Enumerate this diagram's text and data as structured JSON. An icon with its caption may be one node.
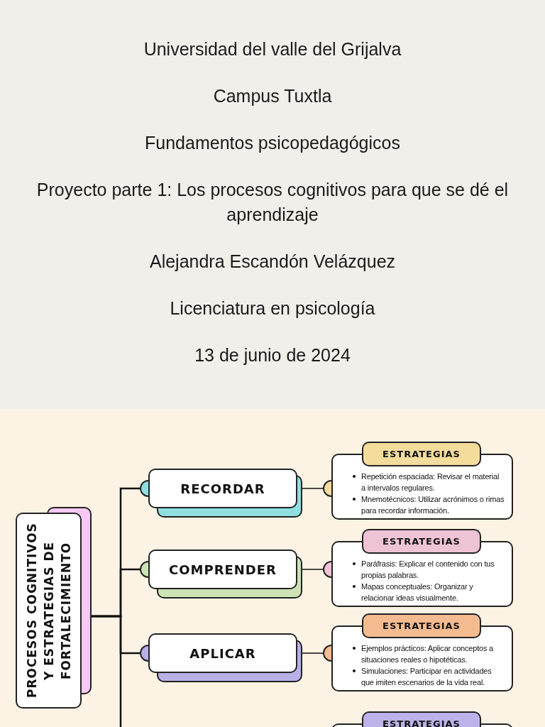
{
  "diagram": {
    "nodes": [
      {
        "text": [
          "PROCESOS COGNITIVOS Y ESTRATEGIAS DE FORTALECIMIENTO"
        ]
      },
      {
        "text": [
          "RECORDAR"
        ]
      },
      {
        "text": [
          "COMPRENDER"
        ]
      },
      {
        "text": [
          "APLICAR"
        ]
      },
      {
        "text": [
          "ESTRATEGIAS",
          "Repetición espaciada: Revisar el material a intervalos regulares.",
          "Mnemotécnicos: Utilizar acrónimos o rimas para recordar información."
        ]
      },
      {
        "text": [
          "ESTRATEGIAS",
          "Paráfrasis: Explicar el contenido con tus propias palabras.",
          "Mapas conceptuales: Organizar y relacionar ideas visualmente."
        ]
      },
      {
        "text": [
          "ESTRATEGIAS",
          "Ejemplos prácticos: Aplicar conceptos a situaciones reales o hipotéticas.",
          "Simulaciones: Participar en actividades que imiten escenarios de la vida real."
        ]
      },
      {
        "text": [
          "ESTRATEGIAS"
        ]
      }
    ],
    "edges": [
      {
        "from": 0,
        "to": 1,
        "arrow": "other"
      },
      {
        "from": 0,
        "to": 2,
        "arrow": "other"
      },
      {
        "from": 0,
        "to": 3,
        "arrow": "other"
      },
      {
        "from": 0,
        "to": null,
        "arrow": "none"
      },
      {
        "from": 1,
        "to": 4,
        "arrow": "other"
      },
      {
        "from": 2,
        "to": 5,
        "arrow": "other"
      },
      {
        "from": 3,
        "to": 6,
        "arrow": "other"
      }
    ],
    "labels": [
      "Universidad del valle del Grijalva",
      "Campus Tuxtla",
      "Fundamentos psicopedagógicos",
      "Proyecto parte 1: Los procesos cognitivos para que se dé el aprendizaje",
      "Alejandra Escandón Velázquez",
      "Licenciatura en psicología",
      "13 de junio de 2024"
    ]
  }
}
